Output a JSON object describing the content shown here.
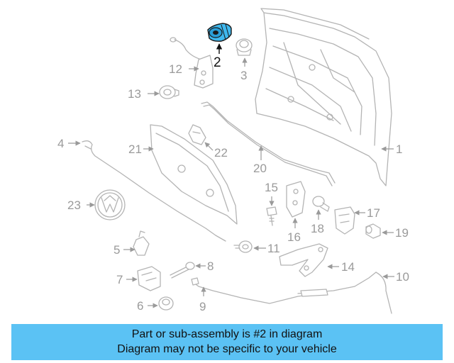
{
  "highlighted_part": "2",
  "banner": {
    "line1": "Part or sub-assembly is #2 in diagram",
    "line2": "Diagram may not be specific to your vehicle"
  },
  "callouts": {
    "p1": "1",
    "p2": "2",
    "p3": "3",
    "p4": "4",
    "p5": "5",
    "p6": "6",
    "p7": "7",
    "p8": "8",
    "p9": "9",
    "p10": "10",
    "p11": "11",
    "p12": "12",
    "p13": "13",
    "p14": "14",
    "p15": "15",
    "p16": "16",
    "p17": "17",
    "p18": "18",
    "p19": "19",
    "p20": "20",
    "p21": "21",
    "p22": "22",
    "p23": "23"
  },
  "colors": {
    "highlight": "#3fb8ee",
    "banner": "#5bc2f4",
    "line_art": "#b4b4b4"
  }
}
